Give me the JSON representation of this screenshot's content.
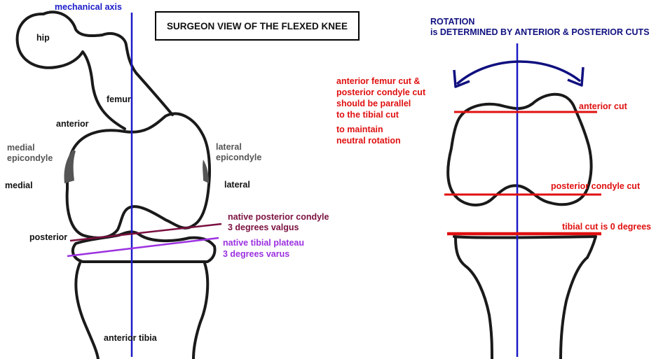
{
  "title": "SURGEON VIEW OF THE FLEXED KNEE",
  "colors": {
    "bone": "#1a1a1a",
    "axis": "#1a1ac8",
    "red": "#e01010",
    "maroon": "#7a1040",
    "purple": "#9b30e0",
    "navy": "#101080",
    "grey_label": "#555555",
    "cartilage": "#555555"
  },
  "left_figure": {
    "labels": {
      "mechanical_axis": "mechanical axis",
      "hip": "hip",
      "femur": "femur",
      "anterior": "anterior",
      "medial_epicondyle_line1": "medial",
      "medial_epicondyle_line2": "epicondyle",
      "lateral_epicondyle_line1": "lateral",
      "lateral_epicondyle_line2": "epicondyle",
      "medial": "medial",
      "lateral": "lateral",
      "posterior": "posterior",
      "native_posterior_condyle_line1": "native posterior condyle",
      "native_posterior_condyle_line2": "3 degrees valgus",
      "native_tibial_plateau_line1": "native tibial plateau",
      "native_tibial_plateau_line2": "3 degrees varus",
      "anterior_tibia": "anterior tibia"
    }
  },
  "right_figure": {
    "rotation_title_line1": "ROTATION",
    "rotation_title_line2": "is DETERMINED BY ANTERIOR & POSTERIOR CUTS",
    "note_lines": [
      "anterior femur cut &",
      "posterior condyle cut",
      "should be parallel",
      "to the tibial cut",
      "to maintain",
      "neutral rotation"
    ],
    "anterior_cut": "anterior cut",
    "posterior_condyle_cut": "posterior condyle cut",
    "tibial_cut": "tibial cut is 0 degrees"
  }
}
